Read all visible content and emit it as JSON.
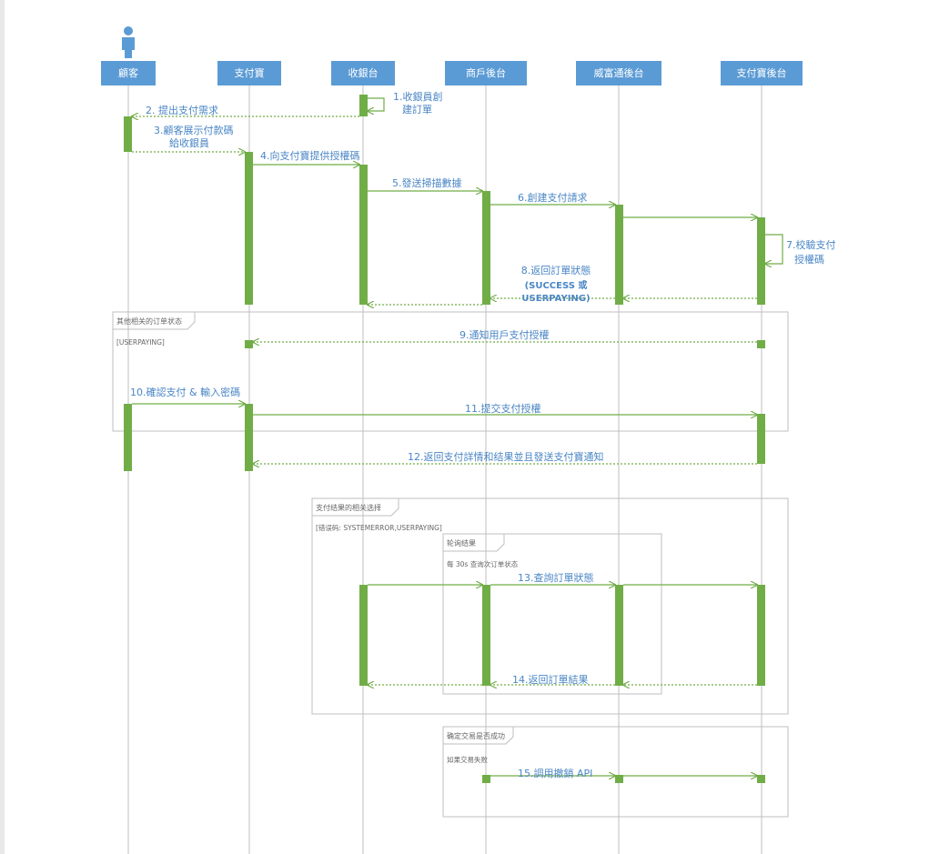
{
  "participants": [
    {
      "id": "customer",
      "label": "顧客"
    },
    {
      "id": "alipay",
      "label": "支付寶"
    },
    {
      "id": "cashier",
      "label": "收銀台"
    },
    {
      "id": "merchant",
      "label": "商戶後台"
    },
    {
      "id": "weifutong",
      "label": "威富通後台"
    },
    {
      "id": "alipay_backend",
      "label": "支付寶後台"
    }
  ],
  "messages": [
    {
      "id": "m1",
      "lines": [
        "1.收銀員創",
        "建訂單"
      ]
    },
    {
      "id": "m2",
      "lines": [
        "2. 提出支付需求"
      ]
    },
    {
      "id": "m3",
      "lines": [
        "3.顧客展示付款碼",
        "給收銀員"
      ]
    },
    {
      "id": "m4",
      "lines": [
        "4.向支付寶提供授權碼"
      ]
    },
    {
      "id": "m5",
      "lines": [
        "5.發送掃描數據"
      ]
    },
    {
      "id": "m6",
      "lines": [
        "6.創建支付請求"
      ]
    },
    {
      "id": "m7",
      "lines": [
        "7.校驗支付",
        "授權碼"
      ]
    },
    {
      "id": "m8",
      "lines": [
        "8.返回訂單狀態",
        "(SUCCESS 或",
        "USERPAYING)"
      ]
    },
    {
      "id": "m9",
      "lines": [
        "9.通知用戶支付授權"
      ]
    },
    {
      "id": "m10",
      "lines": [
        "10.確認支付 & 輸入密碼"
      ]
    },
    {
      "id": "m11",
      "lines": [
        "11.提交支付授權"
      ]
    },
    {
      "id": "m12",
      "lines": [
        "12.返回支付詳情和结果並且發送支付寶通知"
      ]
    },
    {
      "id": "m13",
      "lines": [
        "13.查詢訂單狀態"
      ]
    },
    {
      "id": "m14",
      "lines": [
        "14.返回訂單結果"
      ]
    },
    {
      "id": "m15",
      "lines": [
        "15.調用撤銷 API"
      ]
    }
  ],
  "frames": [
    {
      "id": "f1",
      "title": "其他相关的订单状态",
      "condition": "[USERPAYING]"
    },
    {
      "id": "f2",
      "title": "支付结果的相关选择",
      "condition": "[错误码: SYSTEMERROR,USERPAYING]"
    },
    {
      "id": "f3",
      "title": "轮询结果",
      "condition": "每 30s 查询次订单状态"
    },
    {
      "id": "f4",
      "title": "确定交易是否成功",
      "condition": "如果交易失败"
    }
  ],
  "colors": {
    "head": "#5b9bd5",
    "activation": "#70ad47",
    "arrow": "#70ad47",
    "label": "#4a86c5",
    "lifeline": "#bfbfbf",
    "frame": "#bfbfbf"
  }
}
